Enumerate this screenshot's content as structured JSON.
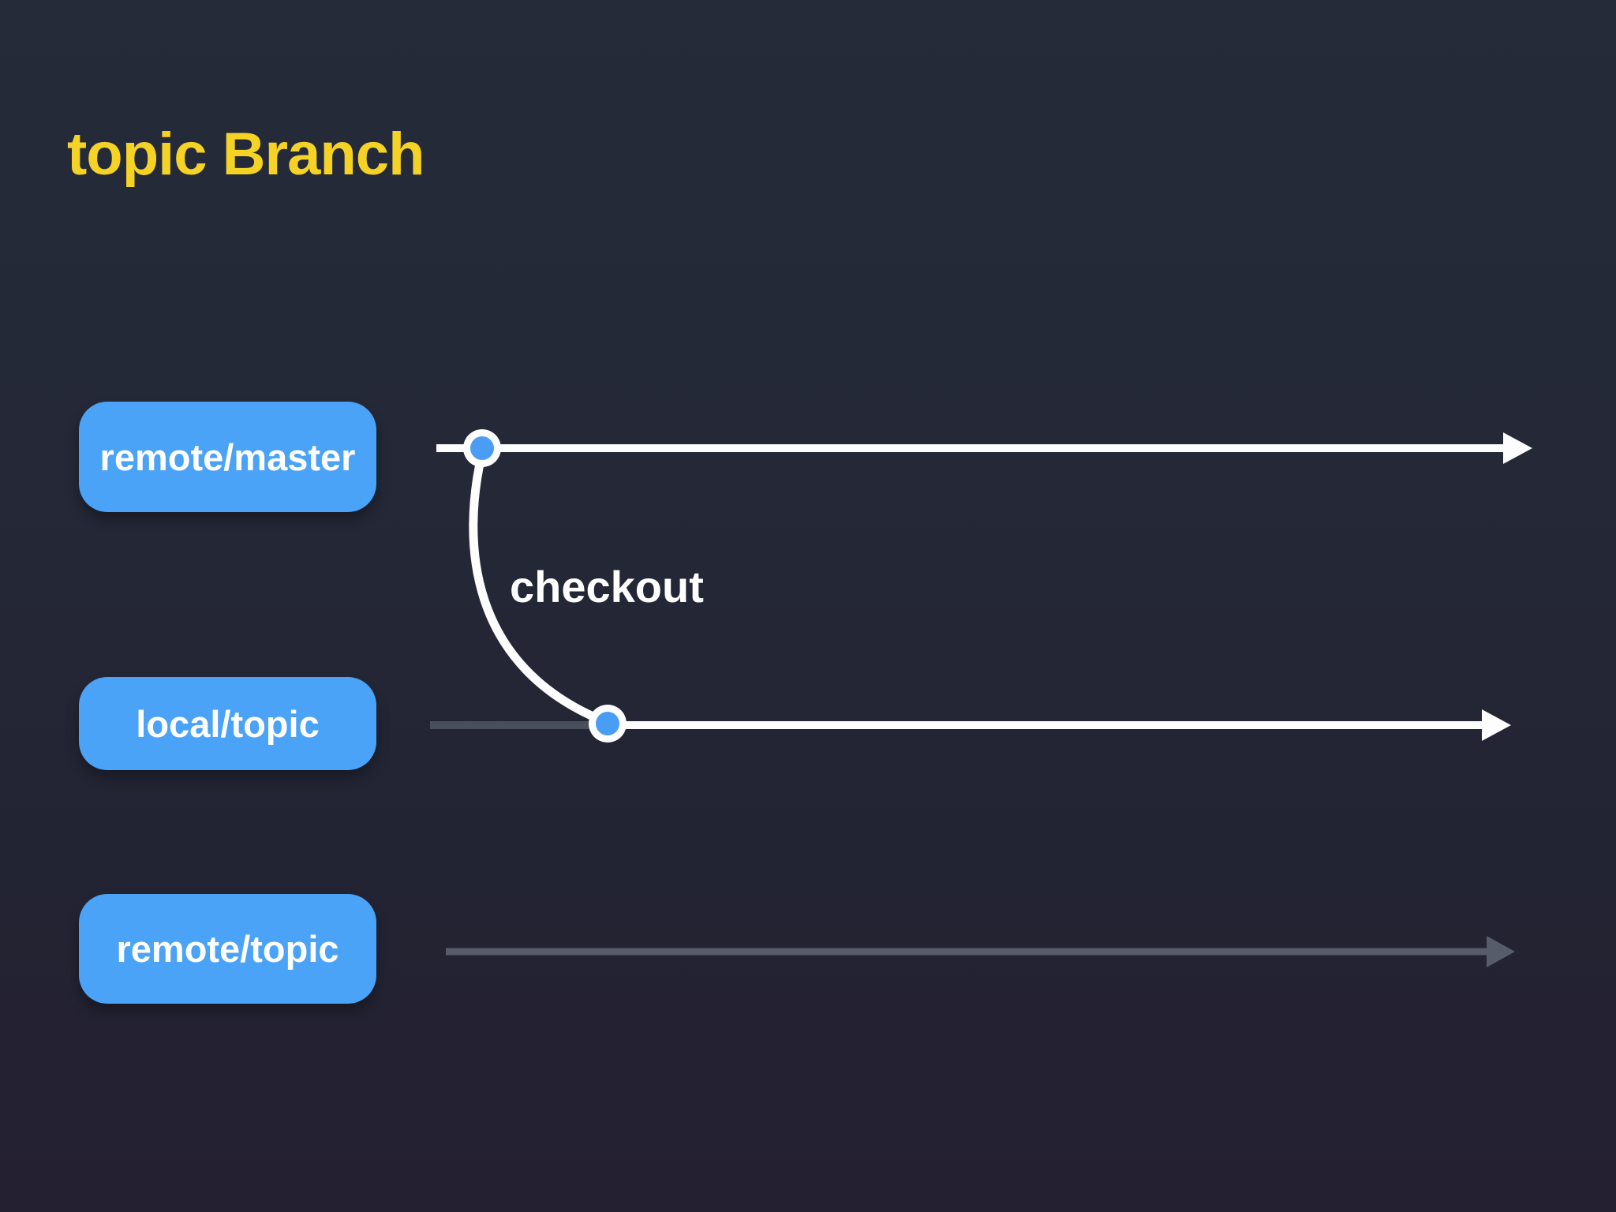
{
  "title": {
    "text": "topic Branch"
  },
  "branches": [
    {
      "id": "remote-master",
      "label": "remote/master",
      "state": "active"
    },
    {
      "id": "local-topic",
      "label": "local/topic",
      "state": "active"
    },
    {
      "id": "remote-topic",
      "label": "remote/topic",
      "state": "inactive"
    }
  ],
  "annotation": {
    "text": "checkout"
  },
  "commits": [
    {
      "branch": "remote/master",
      "role": "checkout-source"
    },
    {
      "branch": "local/topic",
      "role": "checkout-target"
    }
  ],
  "colors": {
    "background_top": "#252b39",
    "background_bottom": "#242031",
    "title_color": "#f5d226",
    "branch_label_bg": "#4aa3f7",
    "branch_label_text": "#ffffff",
    "line_active": "#fdfdfd",
    "line_inactive": "#575c6a",
    "line_dim": "#4a4f5c",
    "commit_outer": "#ffffff",
    "commit_inner": "#4a9df5"
  }
}
